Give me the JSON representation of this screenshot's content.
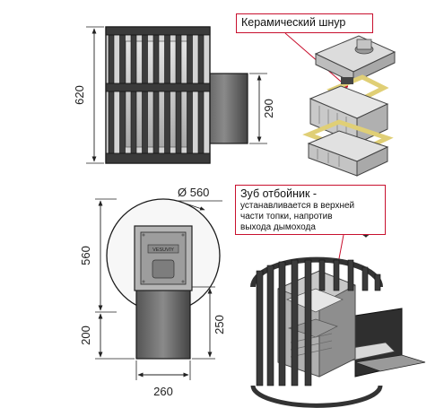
{
  "dimensions": {
    "height_total": "620",
    "height_tank": "290",
    "diameter": "Ø 560",
    "depth": "560",
    "tunnel_length": "200",
    "tunnel_height": "250",
    "tunnel_width": "260"
  },
  "callouts": {
    "ceramic_cord": "Керамический шнур",
    "tooth": {
      "title": "Зуб отбойник -",
      "line1": "устанавливается в верхней",
      "line2": "части топки, напротив",
      "line3": "выхода дымохода"
    }
  },
  "plate_label": "VESUVIY",
  "colors": {
    "line": "#1a1a1a",
    "metal_dark": "#3d3d3d",
    "metal_light": "#c7c7c7",
    "accent_red": "#c8102e",
    "ceramic_yellow": "#efe3a3"
  }
}
